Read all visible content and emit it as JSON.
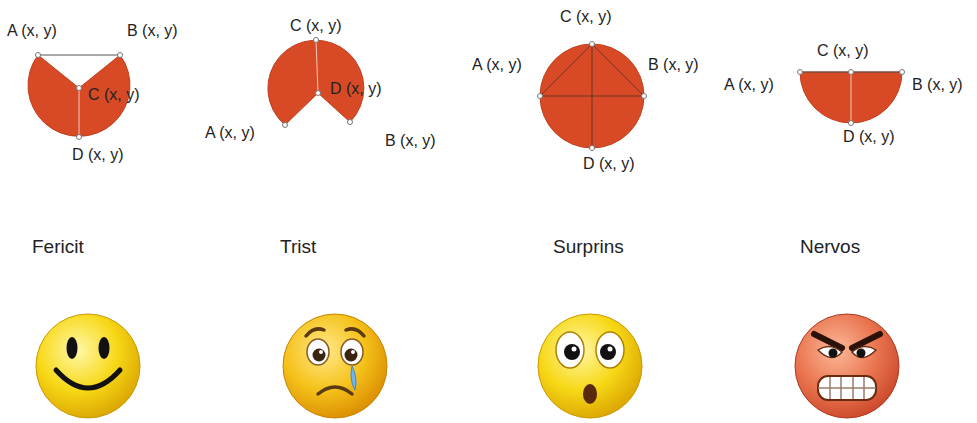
{
  "diagram": {
    "labels": [
      "A (x, y)",
      "B (x, y)",
      "C (x, y)",
      "D (x, y)",
      "C (x, y)",
      "D (x, y)",
      "A (x, y)",
      "B (x, y)",
      "C (x, y)",
      "A (x, y)",
      "B (x, y)",
      "D (x, y)",
      "C (x, y)",
      "A (x, y)",
      "B (x, y)",
      "D (x, y)",
      "Fericit",
      "Trist",
      "Surprins",
      "Nervos"
    ]
  }
}
